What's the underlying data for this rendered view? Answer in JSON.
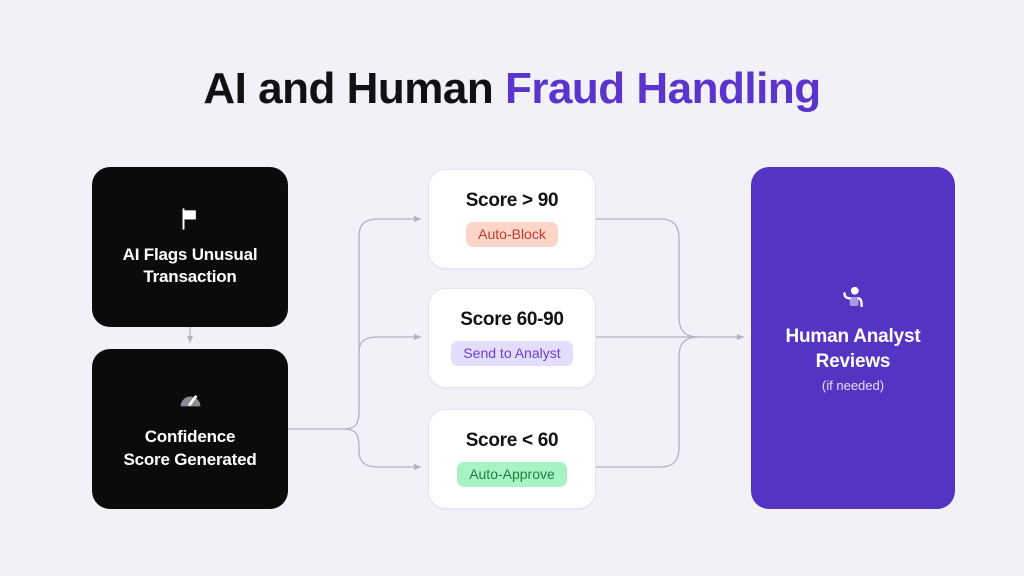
{
  "page": {
    "background_color": "#f2f1f7",
    "title_plain": "AI and Human ",
    "title_accent": "Fraud Handling",
    "accent_color": "#5a34cc"
  },
  "flow": {
    "stages": [
      {
        "id": "ai-flag",
        "kind": "dark-card",
        "icon": "flag-icon",
        "title": "AI Flags Unusual\nTransaction",
        "title_line1": "AI Flags Unusual",
        "title_line2": "Transaction",
        "color": "#0b0b0c"
      },
      {
        "id": "confidence",
        "kind": "dark-card",
        "icon": "gauge-icon",
        "title_line1": "Confidence",
        "title_line2": "Score Generated",
        "color": "#0b0b0c"
      }
    ],
    "branches": [
      {
        "id": "score-high",
        "label": "Score > 90",
        "badge": "Auto-Block",
        "badge_bg": "#fbd5c8",
        "badge_text_color": "#c1392c"
      },
      {
        "id": "score-mid",
        "label": "Score 60-90",
        "badge": "Send to Analyst",
        "badge_bg": "#e4ddfb",
        "badge_text_color": "#6741d9"
      },
      {
        "id": "score-low",
        "label": "Score < 60",
        "badge": "Auto-Approve",
        "badge_bg": "#a7f3c4",
        "badge_text_color": "#1c7f41"
      }
    ],
    "outcome": {
      "id": "human-review",
      "icon": "person-raising-hand-icon",
      "title_line1": "Human Analyst",
      "title_line2": "Reviews",
      "note": "(if needed)",
      "color": "#5534c4"
    },
    "connector_color": "#b4b2c0"
  }
}
